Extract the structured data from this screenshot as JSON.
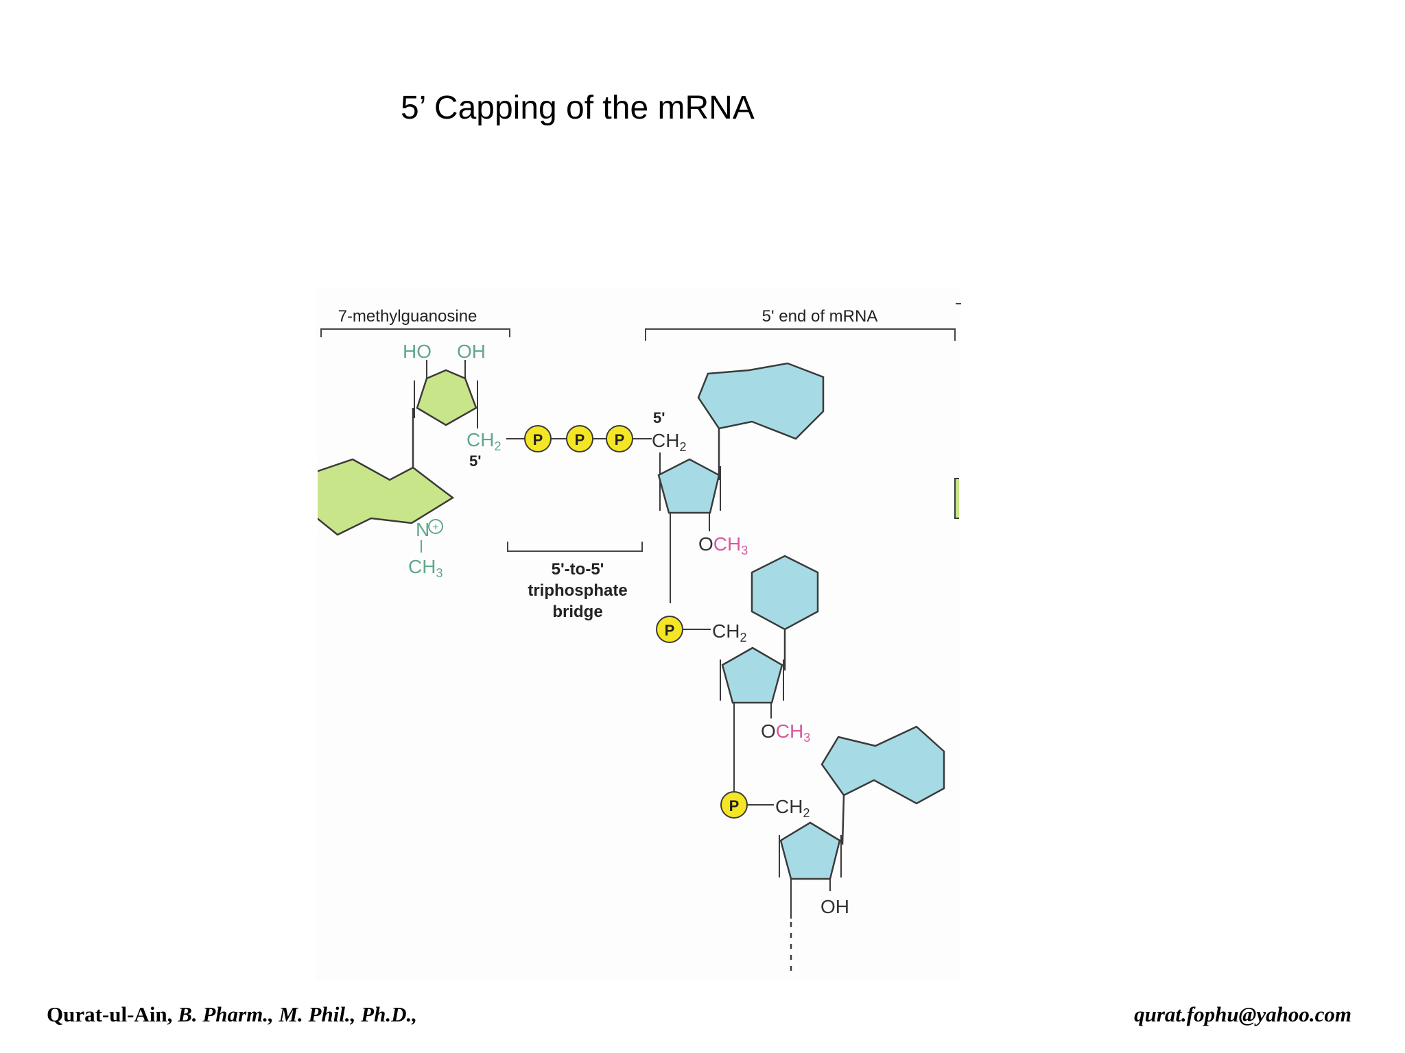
{
  "title": "5’ Capping of the mRNA",
  "labels": {
    "methylguanosine": "7-methylguanosine",
    "mrna_end": "5' end of mRNA",
    "bridge_line1": "5'-to-5'",
    "bridge_line2": "triphosphate",
    "bridge_line3": "bridge"
  },
  "atoms": {
    "ho": "HO",
    "oh": "OH",
    "ch2": "CH",
    "ch2_sub": "2",
    "ch3": "CH",
    "ch3_sub": "3",
    "five_prime": "5'",
    "n": "N",
    "plus": "+",
    "o": "O",
    "p": "P"
  },
  "colors": {
    "guanosine_fill": "#c9e58a",
    "guanosine_text": "#5fa88a",
    "mrna_fill": "#a6dbe6",
    "phosphate_fill": "#f5e625",
    "methyl_text": "#d65aa0",
    "outline": "#3a3a3a"
  },
  "footer": {
    "author": "Qurat-ul-Ain,",
    "credentials": " B. Pharm., M. Phil., Ph.D.,",
    "email": "qurat.fophu@yahoo.com"
  }
}
